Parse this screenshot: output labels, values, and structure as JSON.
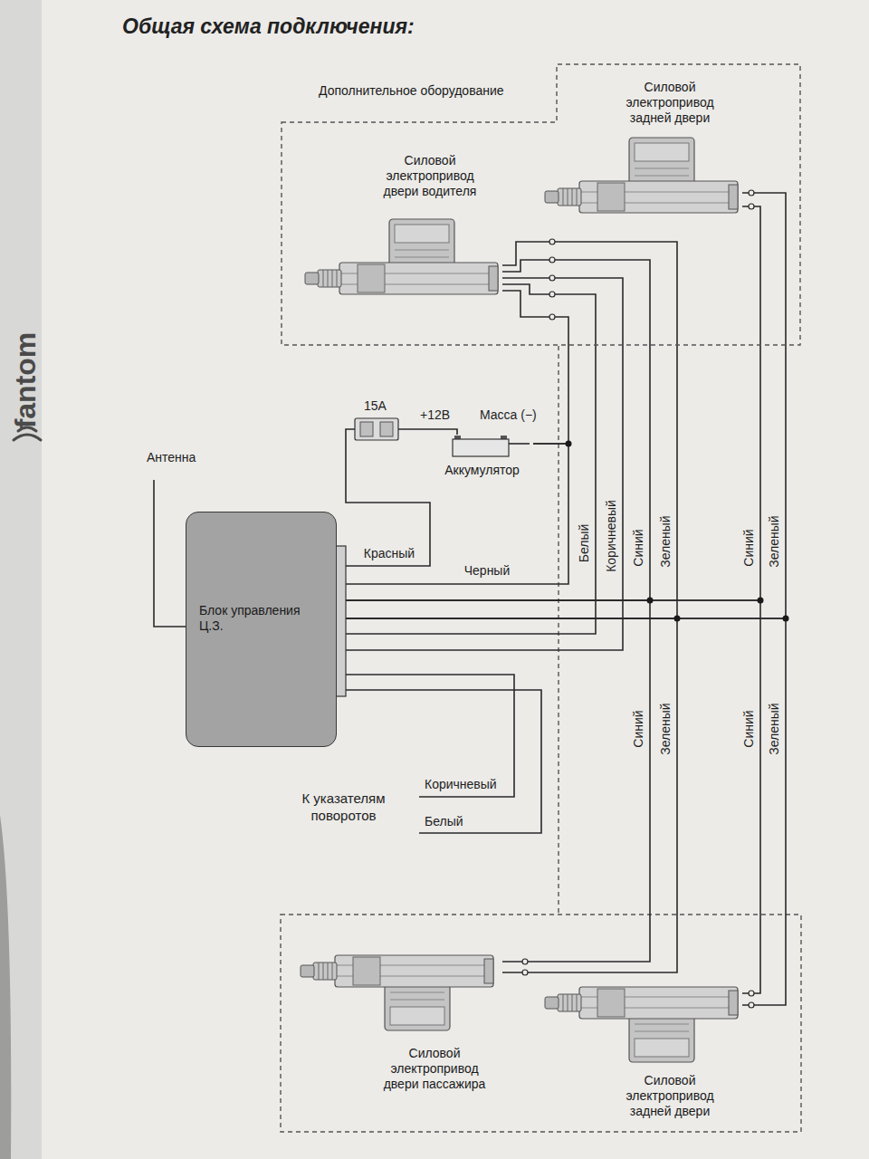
{
  "diagram": {
    "title": "Общая схема подключения:",
    "nodes": [
      {
        "text": [
          "Дополнительное оборудование"
        ]
      },
      {
        "text": [
          "Силовой электропривод задней двери"
        ],
        "in": 0
      },
      {
        "text": [
          "Силовой электропривод двери водителя"
        ],
        "in": 0
      },
      {
        "text": [
          "Аккумулятор"
        ]
      },
      {
        "text": [
          "Блок управления Ц.З."
        ]
      },
      {
        "text": [
          "Силовой электропривод двери пассажира"
        ]
      },
      {
        "text": [
          "Силовой электропривод задней двери"
        ]
      }
    ],
    "edges": [
      {
        "from": 4,
        "to": 3,
        "arrow": "none",
        "label": "Красный"
      },
      {
        "from": 4,
        "to": 3,
        "arrow": "none",
        "label": "Черный"
      },
      {
        "from": 2,
        "to": 3,
        "arrow": "none"
      },
      {
        "from": 4,
        "to": 2,
        "arrow": "none",
        "label": "Белый"
      },
      {
        "from": 4,
        "to": 2,
        "arrow": "none",
        "label": "Коричневый"
      },
      {
        "from": 4,
        "to": 2,
        "arrow": "none",
        "label": "Синий"
      },
      {
        "from": 4,
        "to": 2,
        "arrow": "none",
        "label": "Зеленый"
      },
      {
        "from": 4,
        "to": 5,
        "arrow": "none",
        "label": "Синий"
      },
      {
        "from": 4,
        "to": 5,
        "arrow": "none",
        "label": "Зеленый"
      },
      {
        "from": 4,
        "to": 1,
        "arrow": "none",
        "label": "Синий"
      },
      {
        "from": 4,
        "to": 1,
        "arrow": "none",
        "label": "Зеленый"
      },
      {
        "from": 4,
        "to": 6,
        "arrow": "none",
        "label": "Синий"
      },
      {
        "from": 4,
        "to": 6,
        "arrow": "none",
        "label": "Зеленый"
      }
    ],
    "labels": [
      "Антенна",
      "15А",
      "+12В",
      "Масса (−)",
      "Коричневый",
      "Белый",
      "К указателям поворотов",
      "fantom"
    ]
  }
}
